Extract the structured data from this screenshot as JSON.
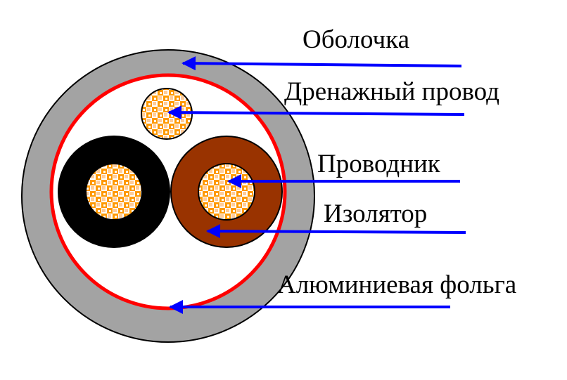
{
  "labels": {
    "sheath": "Оболочка",
    "drain_wire": "Дренажный провод",
    "conductor": "Проводник",
    "insulator": "Изолятор",
    "foil": "Алюминиевая фольга"
  },
  "colors": {
    "sheath": "#a3a3a3",
    "foil": "#ff0000",
    "interior": "#ffffff",
    "insulator_black": "#000000",
    "insulator_brown": "#993300",
    "conductor_orange": "#ff9900",
    "conductor_light": "#ffcc99",
    "arrow": "#0000ff",
    "text": "#000000"
  }
}
